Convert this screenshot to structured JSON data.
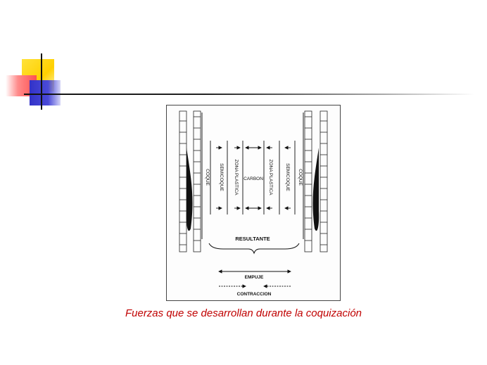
{
  "diagram": {
    "zones_left": [
      "COQUE",
      "SEMICOQUE",
      "ZONA PLASTICA"
    ],
    "center": "CARBON",
    "zones_right": [
      "ZONA PLASTICA",
      "SEMICOQUE",
      "COQUE"
    ],
    "resultant": "RESULTANTE",
    "push": "EMPUJE",
    "contraction": "CONTRACCION"
  },
  "caption": "Fuerzas que se desarrollan durante la coquización"
}
